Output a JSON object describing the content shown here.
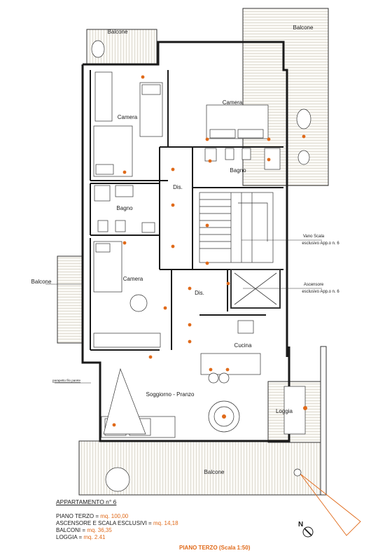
{
  "rooms": {
    "camera_nw": "Camera",
    "camera_ne": "Camera",
    "camera_sw": "Camera",
    "bagno_w": "Bagno",
    "bagno_e": "Bagno",
    "dis_upper": "Dis.",
    "dis_lower": "Dis.",
    "cucina": "Cucina",
    "soggiorno": "Soggiorno - Pranzo",
    "loggia": "Loggia"
  },
  "balconies": {
    "nw": "Balcone",
    "ne": "Balcone",
    "west": "Balcone",
    "south": "Balcone"
  },
  "annotations": {
    "vano_scala_1": "Vano Scala",
    "vano_scala_2": "esclusivo App.o n. 6",
    "ascensore_1": "Ascensore",
    "ascensore_2": "esclusivo App.o n. 6",
    "parete": "parapetto filo parete"
  },
  "summary": {
    "title": "APPARTAMENTO n° 6",
    "rows": [
      {
        "label": "PIANO TERZO",
        "value": "mq. 100,00"
      },
      {
        "label": "ASCENSORE E SCALA ESCLUSIVI",
        "value": "mq. 14,18"
      },
      {
        "label": "BALCONI",
        "value": "mq. 36,35"
      },
      {
        "label": "LOGGIA",
        "value": "mq. 2.41"
      }
    ]
  },
  "footer": {
    "title": "PIANO TERZO (Scala 1:50)",
    "north": "N"
  },
  "colors": {
    "accent": "#e06a1a",
    "wall": "#1a1a1a",
    "deck": "#7a6a55"
  }
}
